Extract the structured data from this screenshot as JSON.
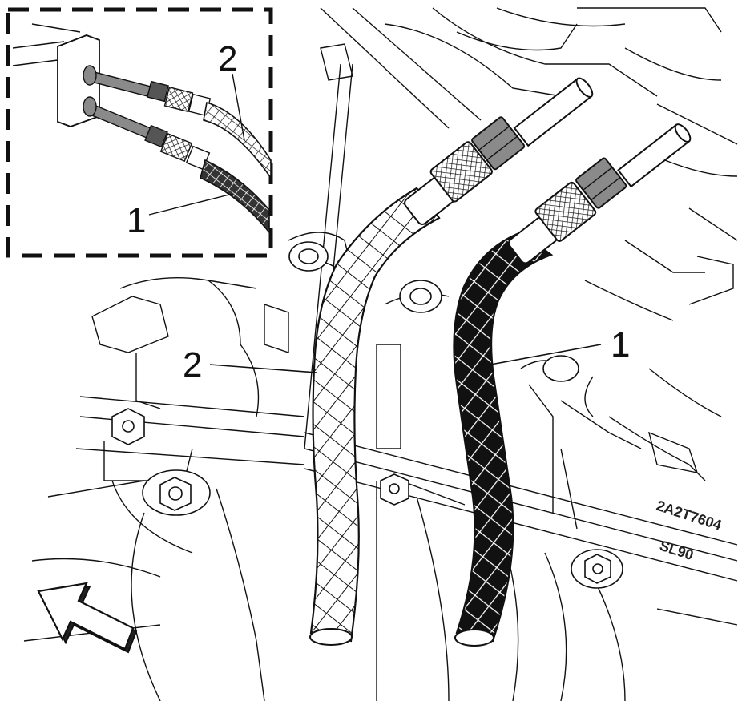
{
  "callouts": {
    "inset_label_1": "1",
    "inset_label_2": "2",
    "main_label_1": "1",
    "main_label_2": "2"
  },
  "diagram_code": "2A2T7604",
  "diagram_sub_code": "SL90",
  "colors": {
    "line": "#111111",
    "hose_dark_fill": "#111111",
    "fitting_gray": "#8a8a8a",
    "background": "#ffffff"
  },
  "icons": {
    "direction": "arrow-left-icon"
  }
}
